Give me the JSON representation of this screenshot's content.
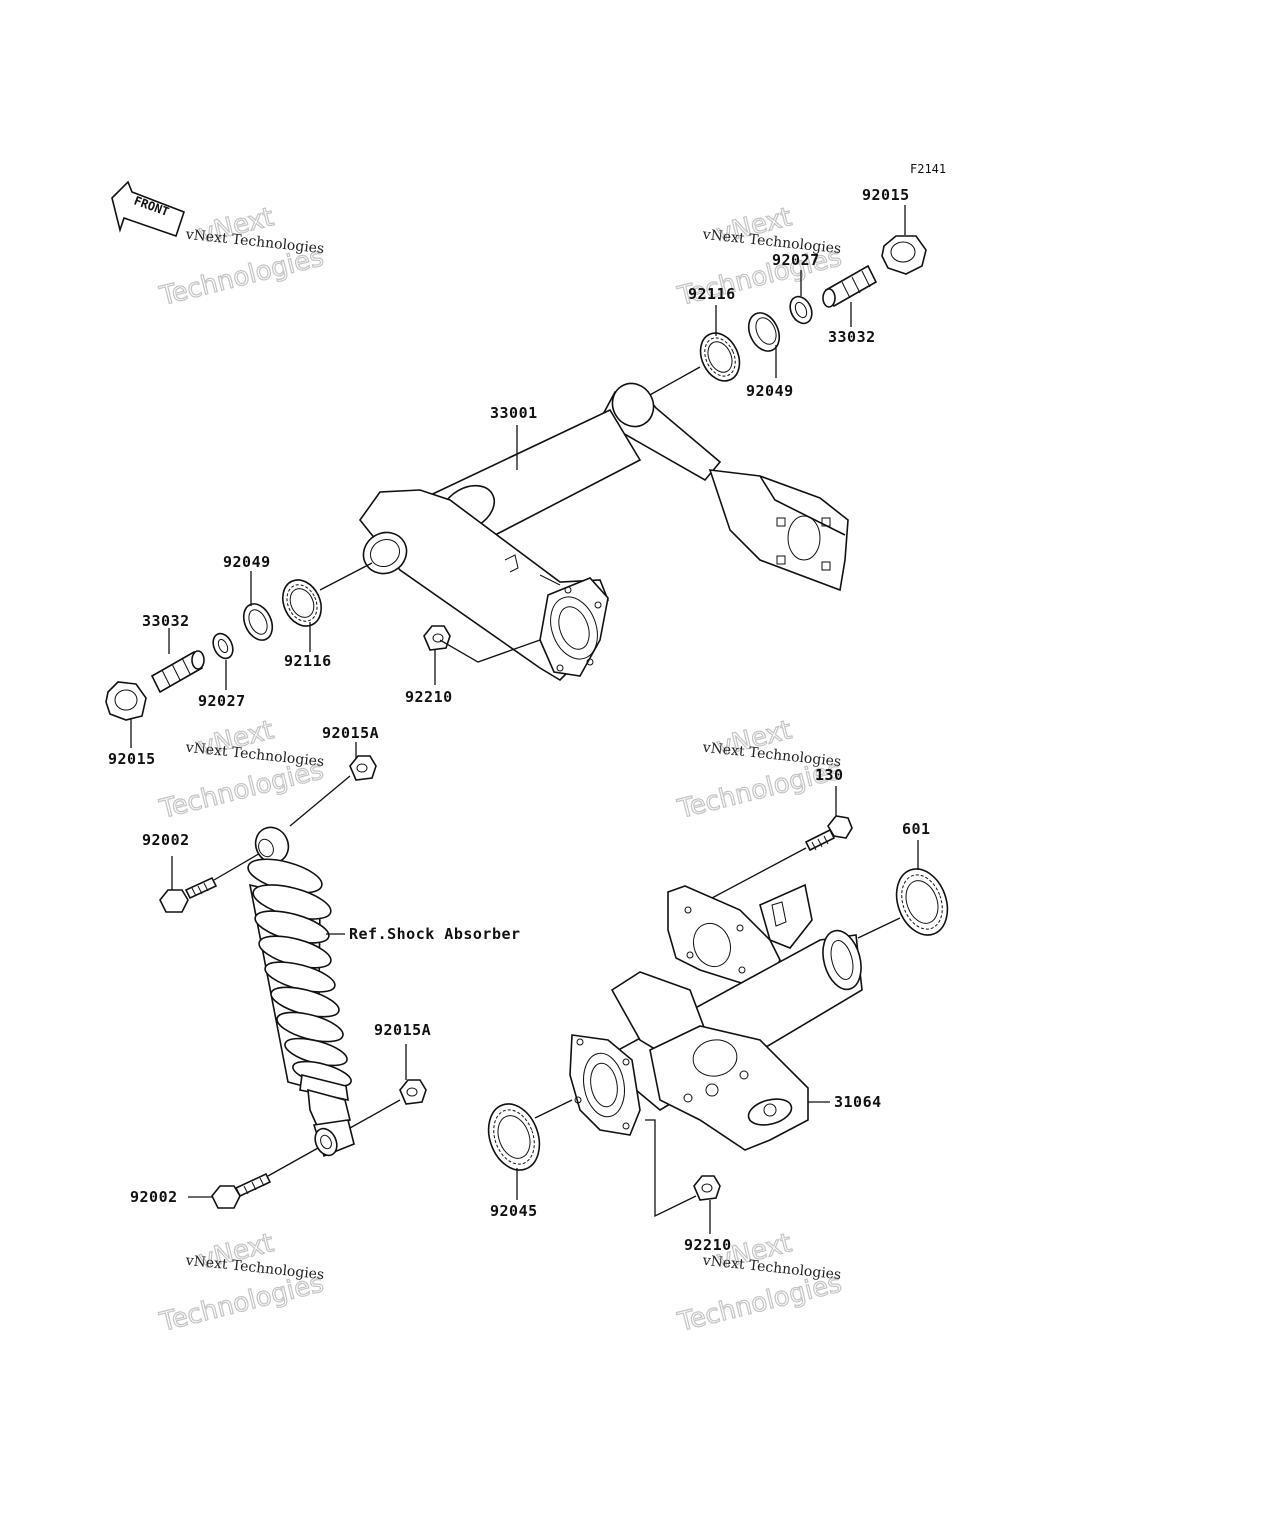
{
  "diagram": {
    "code": "F2141",
    "front_label": "FRONT",
    "watermark_line1": "vNext",
    "watermark_line2": "Technologies",
    "watermark_small": "vNext Technologies",
    "labels": {
      "p92015_top": "92015",
      "p92027_top": "92027",
      "p92116_top": "92116",
      "p33032_top": "33032",
      "p92049_top": "92049",
      "p33001": "33001",
      "p92049_left": "92049",
      "p33032_left": "33032",
      "p92116_left": "92116",
      "p92027_left": "92027",
      "p92210_top": "92210",
      "p92015_left": "92015",
      "p92015A_top": "92015A",
      "p92002_top": "92002",
      "ref_shock": "Ref.Shock Absorber",
      "p92015A_bottom": "92015A",
      "p92002_bottom": "92002",
      "p130": "130",
      "p601": "601",
      "p31064": "31064",
      "p92045": "92045",
      "p92210_bottom": "92210"
    }
  }
}
